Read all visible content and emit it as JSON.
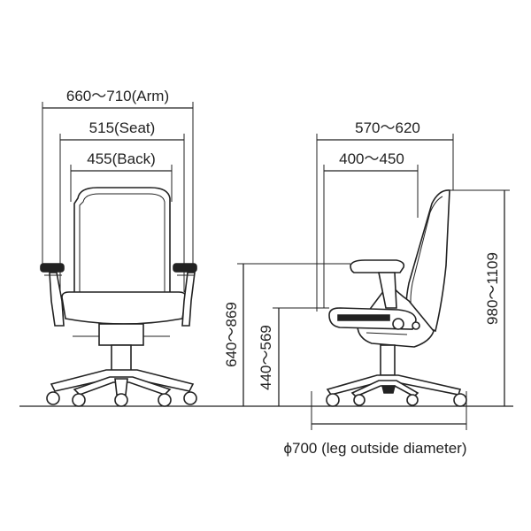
{
  "dimensions": {
    "arm_width": "660～710(Arm)",
    "seat_width": "515(Seat)",
    "back_width": "455(Back)",
    "overall_depth": "570～620",
    "seat_depth": "400～450",
    "arm_height": "640～869",
    "seat_height": "440～569",
    "overall_height": "980～1109",
    "leg_diameter": "ϕ700 (leg outside diameter)"
  }
}
